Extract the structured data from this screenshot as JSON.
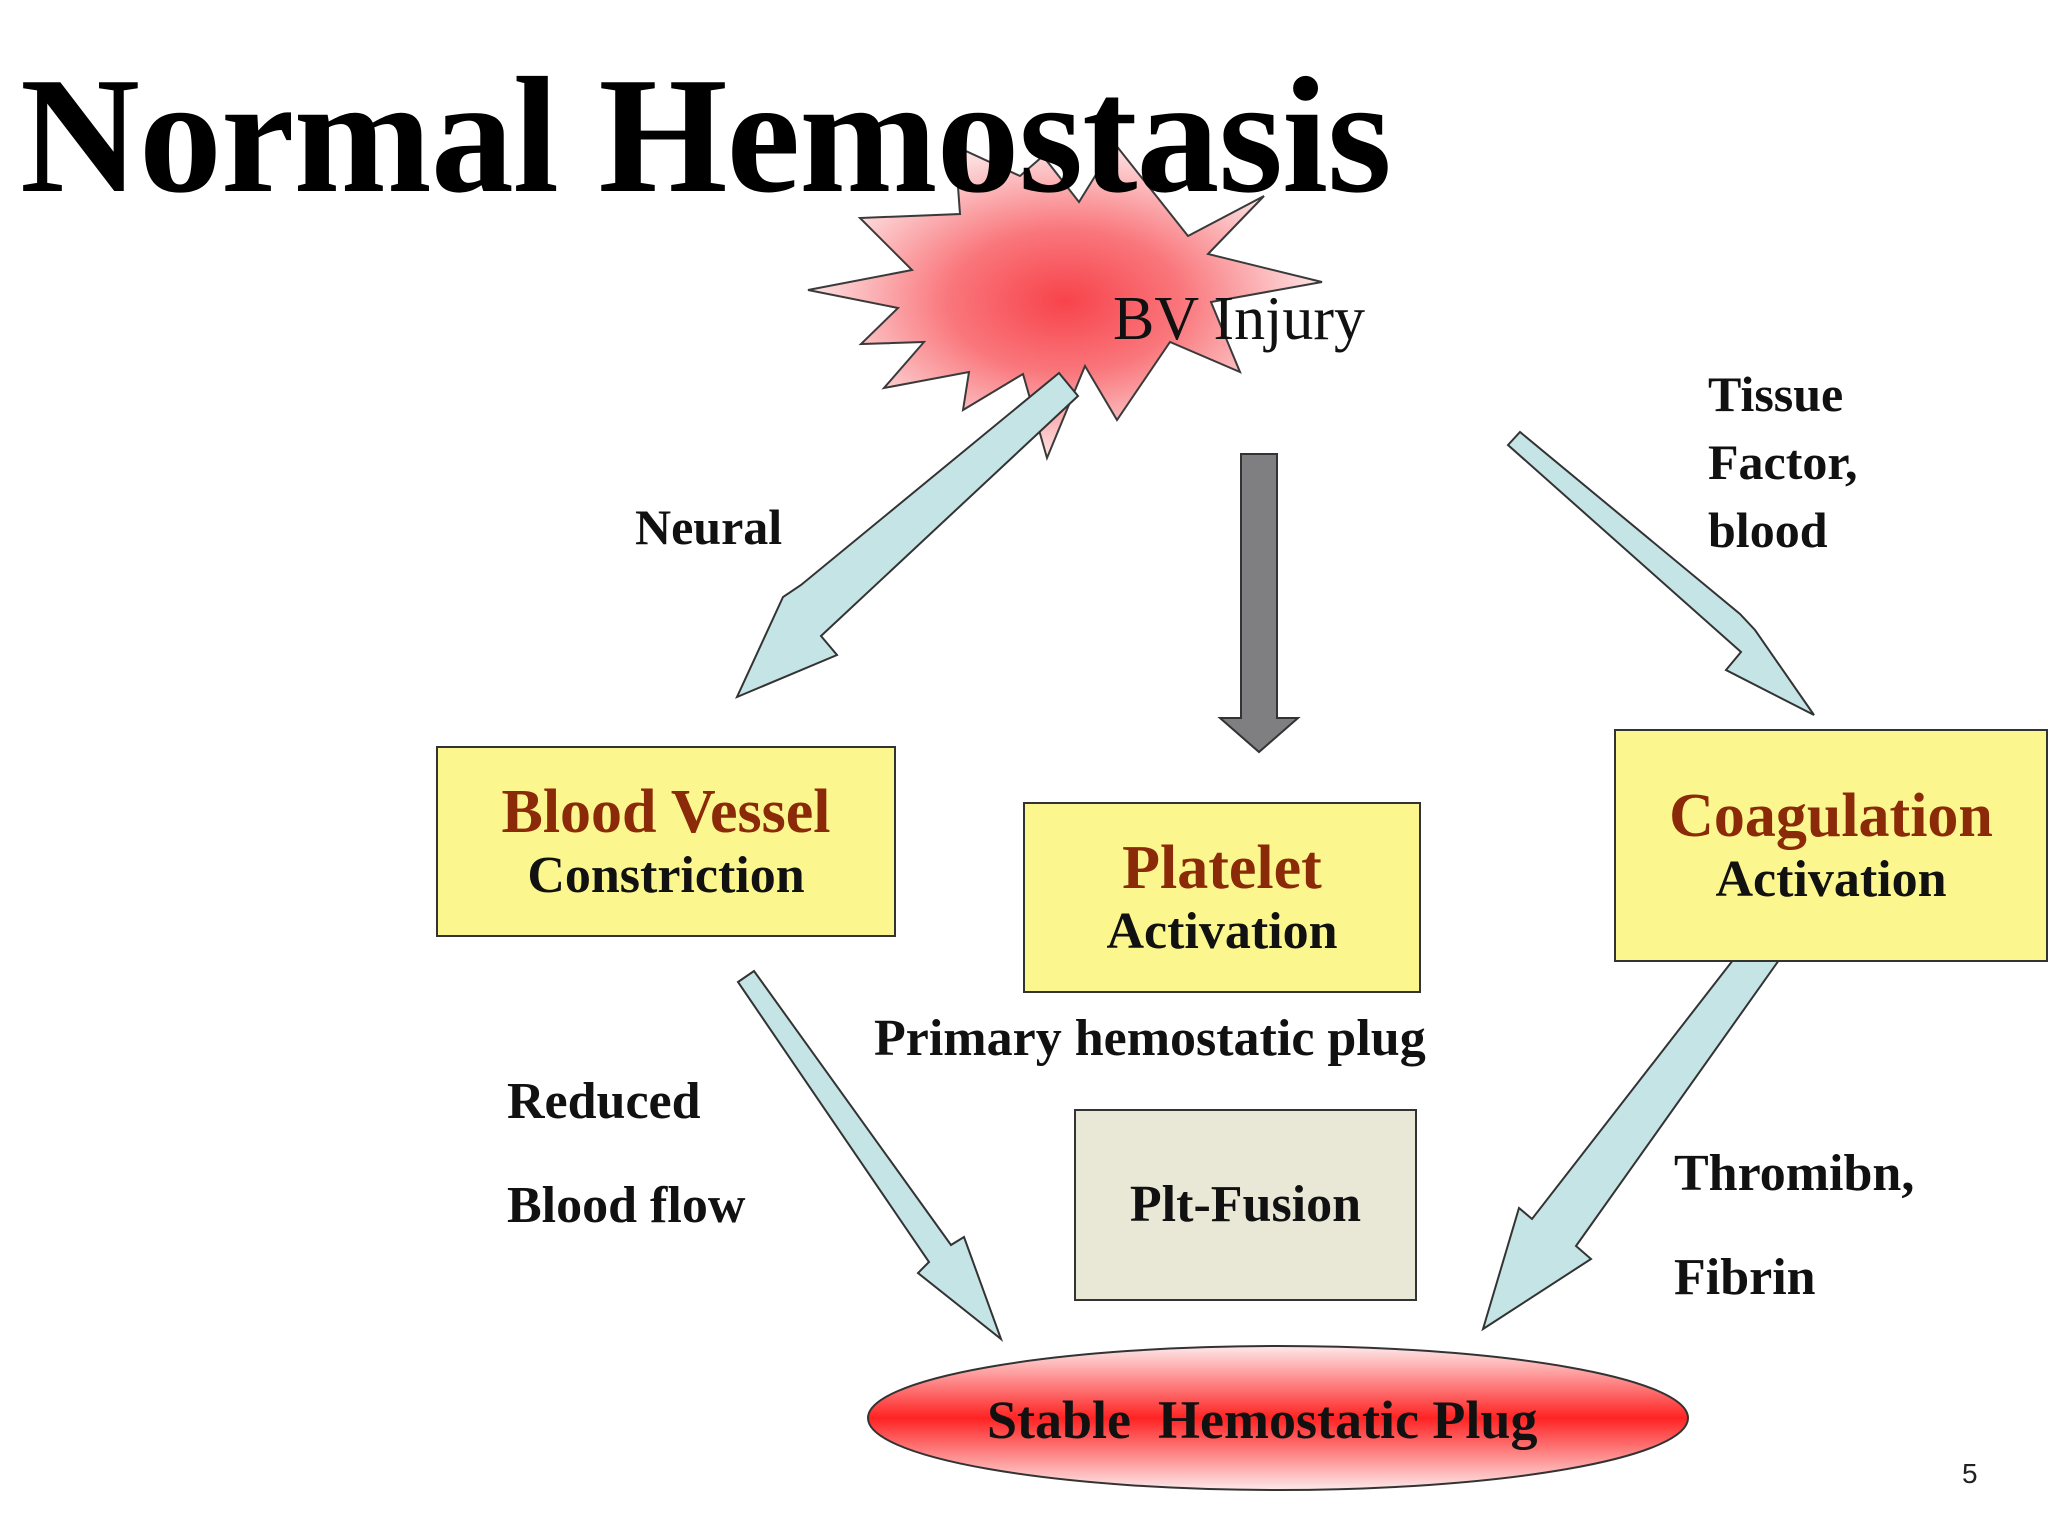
{
  "title": "Normal Hemostasis",
  "injury": {
    "label": "BV Injury",
    "fill": "#f8434b"
  },
  "pathway_labels": {
    "neural": "Neural",
    "tissue_factor_lines": [
      "Tissue",
      "Factor,",
      "blood"
    ],
    "reduced_flow_lines": [
      "Reduced",
      "Blood flow"
    ],
    "primary_plug": "Primary hemostatic plug",
    "thrombin_fibrin_lines": [
      "Thromibn,",
      "Fibrin"
    ]
  },
  "boxes": {
    "vessel": {
      "title": "Blood Vessel",
      "subtitle": "Constriction"
    },
    "platelet": {
      "title": "Platelet",
      "subtitle": "Activation"
    },
    "coagulation": {
      "title": "Coagulation",
      "subtitle": "Activation"
    },
    "fusion": {
      "label": "Plt-Fusion"
    }
  },
  "outcome": {
    "label": "Stable  Hemostatic Plug"
  },
  "page_number": "5",
  "colors": {
    "box_fill": "#fbf68e",
    "box_title": "#8b2a08",
    "fusion_fill": "#e9e8d7",
    "arrow_light": "#c5e4e6",
    "arrow_dark": "#7f7f81",
    "burst_red": "#f8434b"
  }
}
